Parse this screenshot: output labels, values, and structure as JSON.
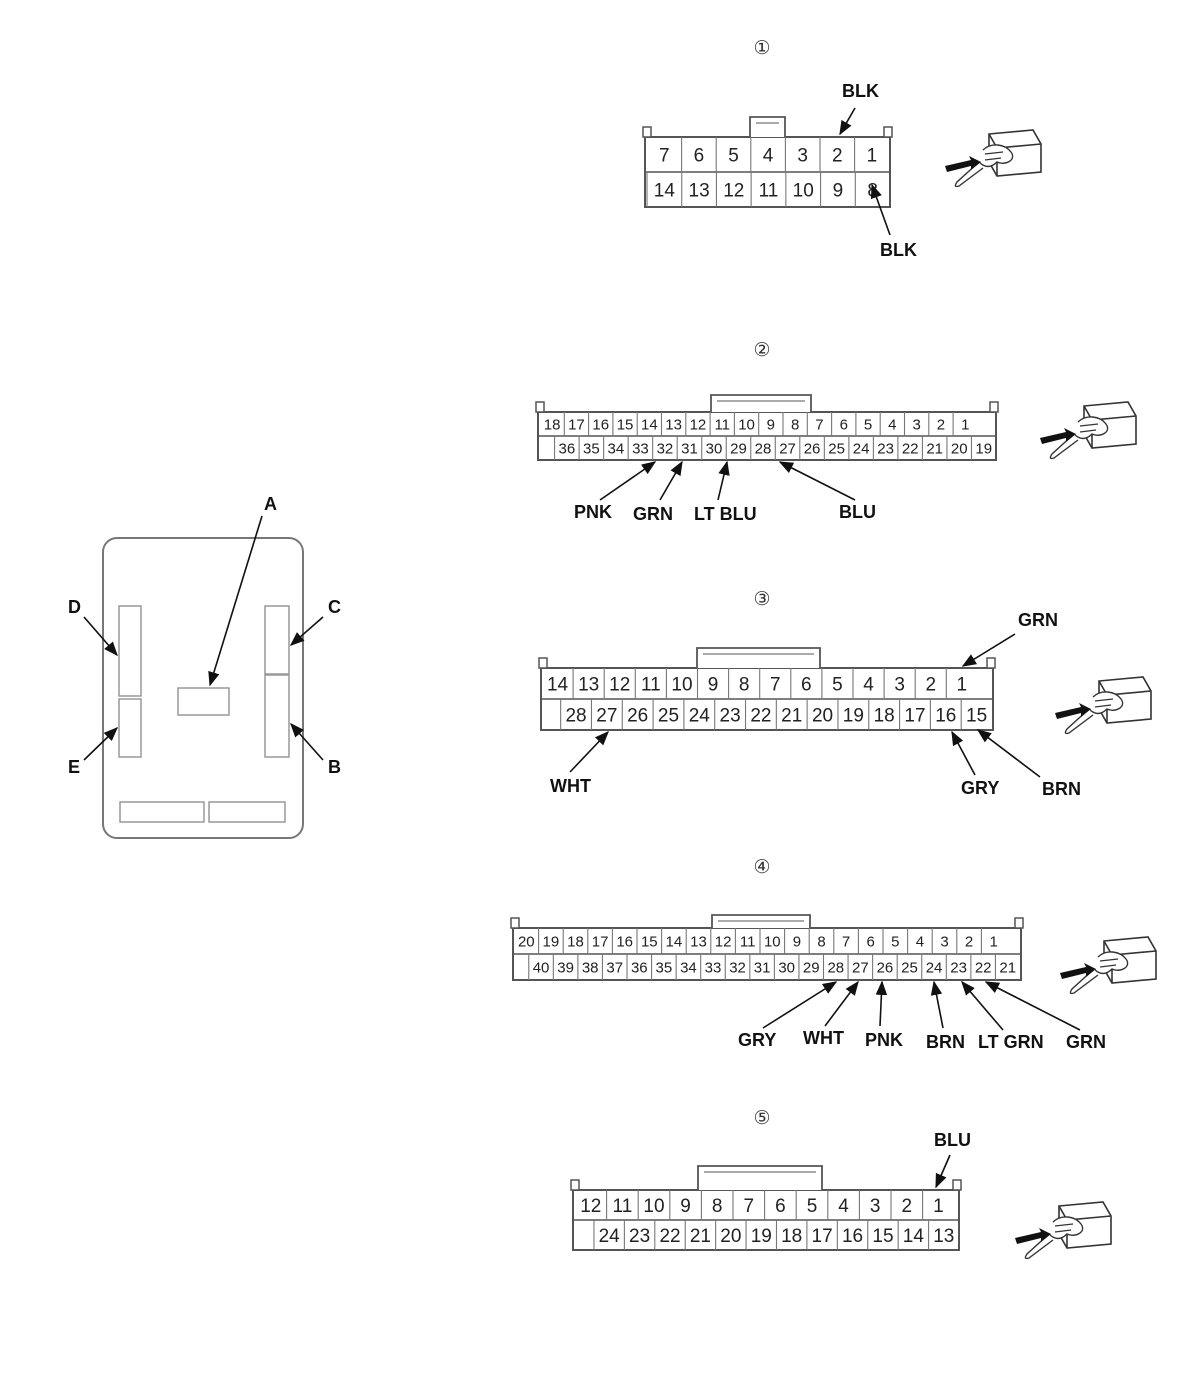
{
  "panel": {
    "labels": {
      "A": "A",
      "B": "B",
      "C": "C",
      "D": "D",
      "E": "E"
    }
  },
  "connectors": [
    {
      "id": "1",
      "marker": "①",
      "top_row": [
        "7",
        "6",
        "5",
        "4",
        "3",
        "2",
        "1"
      ],
      "bottom_row": [
        "14",
        "13",
        "12",
        "11",
        "10",
        "9",
        "8"
      ],
      "wires": [
        {
          "label": "BLK",
          "pin": "2"
        },
        {
          "label": "BLK",
          "pin": "8"
        }
      ]
    },
    {
      "id": "2",
      "marker": "②",
      "top_row": [
        "18",
        "17",
        "16",
        "15",
        "14",
        "13",
        "12",
        "11",
        "10",
        "9",
        "8",
        "7",
        "6",
        "5",
        "4",
        "3",
        "2",
        "1"
      ],
      "bottom_row": [
        "36",
        "35",
        "34",
        "33",
        "32",
        "31",
        "30",
        "29",
        "28",
        "27",
        "26",
        "25",
        "24",
        "23",
        "22",
        "21",
        "20",
        "19"
      ],
      "wires": [
        {
          "label": "PNK",
          "pin": "32"
        },
        {
          "label": "GRN",
          "pin": "31"
        },
        {
          "label": "LT BLU",
          "pin": "29"
        },
        {
          "label": "BLU",
          "pin": "27"
        }
      ]
    },
    {
      "id": "3",
      "marker": "③",
      "top_row": [
        "14",
        "13",
        "12",
        "11",
        "10",
        "9",
        "8",
        "7",
        "6",
        "5",
        "4",
        "3",
        "2",
        "1"
      ],
      "bottom_row": [
        "28",
        "27",
        "26",
        "25",
        "24",
        "23",
        "22",
        "21",
        "20",
        "19",
        "18",
        "17",
        "16",
        "15"
      ],
      "wires": [
        {
          "label": "GRN",
          "pin": "1"
        },
        {
          "label": "WHT",
          "pin": "27"
        },
        {
          "label": "GRY",
          "pin": "16"
        },
        {
          "label": "BRN",
          "pin": "15"
        }
      ]
    },
    {
      "id": "4",
      "marker": "④",
      "top_row": [
        "20",
        "19",
        "18",
        "17",
        "16",
        "15",
        "14",
        "13",
        "12",
        "11",
        "10",
        "9",
        "8",
        "7",
        "6",
        "5",
        "4",
        "3",
        "2",
        "1"
      ],
      "bottom_row": [
        "40",
        "39",
        "38",
        "37",
        "36",
        "35",
        "34",
        "33",
        "32",
        "31",
        "30",
        "29",
        "28",
        "27",
        "26",
        "25",
        "24",
        "23",
        "22",
        "21"
      ],
      "wires": [
        {
          "label": "GRY",
          "pin": "28"
        },
        {
          "label": "WHT",
          "pin": "27"
        },
        {
          "label": "PNK",
          "pin": "26"
        },
        {
          "label": "BRN",
          "pin": "24"
        },
        {
          "label": "LT GRN",
          "pin": "23"
        },
        {
          "label": "GRN",
          "pin": "22"
        }
      ]
    },
    {
      "id": "5",
      "marker": "⑤",
      "top_row": [
        "12",
        "11",
        "10",
        "9",
        "8",
        "7",
        "6",
        "5",
        "4",
        "3",
        "2",
        "1"
      ],
      "bottom_row": [
        "24",
        "23",
        "22",
        "21",
        "20",
        "19",
        "18",
        "17",
        "16",
        "15",
        "14",
        "13"
      ],
      "wires": [
        {
          "label": "BLU",
          "pin": "1"
        }
      ]
    }
  ]
}
